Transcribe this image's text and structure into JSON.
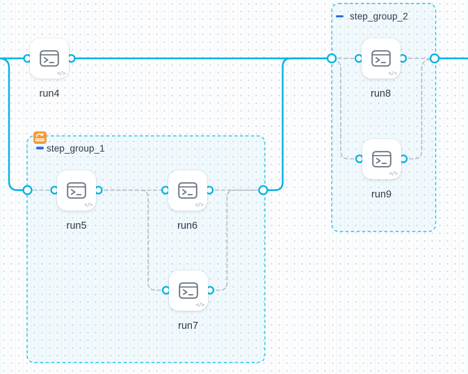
{
  "canvas": {
    "type": "workflow-topology-editor"
  },
  "colors": {
    "edge_active": "#00b3e3",
    "edge_default": "#b4bcc6",
    "group_border": "#24c6e8",
    "group_fill": "rgba(120,210,235,0.08)",
    "group_title": "#2c3950",
    "collapse_icon": "#2e6fd8",
    "loop_badge": "#f79a38",
    "node_icon": "#6b7582",
    "node_label": "#2e3848"
  },
  "nodes": [
    {
      "label": "run4",
      "icon": "terminal-icon",
      "corner_icon": "code-icon"
    },
    {
      "label": "run5",
      "icon": "terminal-icon",
      "corner_icon": "code-icon"
    },
    {
      "label": "run6",
      "icon": "terminal-icon",
      "corner_icon": "code-icon"
    },
    {
      "label": "run7",
      "icon": "terminal-icon",
      "corner_icon": "code-icon"
    },
    {
      "label": "run8",
      "icon": "terminal-icon",
      "corner_icon": "code-icon"
    },
    {
      "label": "run9",
      "icon": "terminal-icon",
      "corner_icon": "code-icon"
    }
  ],
  "groups": [
    {
      "label": "step_group_1",
      "collapse_icon": "minus-icon",
      "badge": "loop-badge-icon"
    },
    {
      "label": "step_group_2",
      "collapse_icon": "minus-icon"
    }
  ],
  "icons": {
    "code_glyph": "</>"
  }
}
